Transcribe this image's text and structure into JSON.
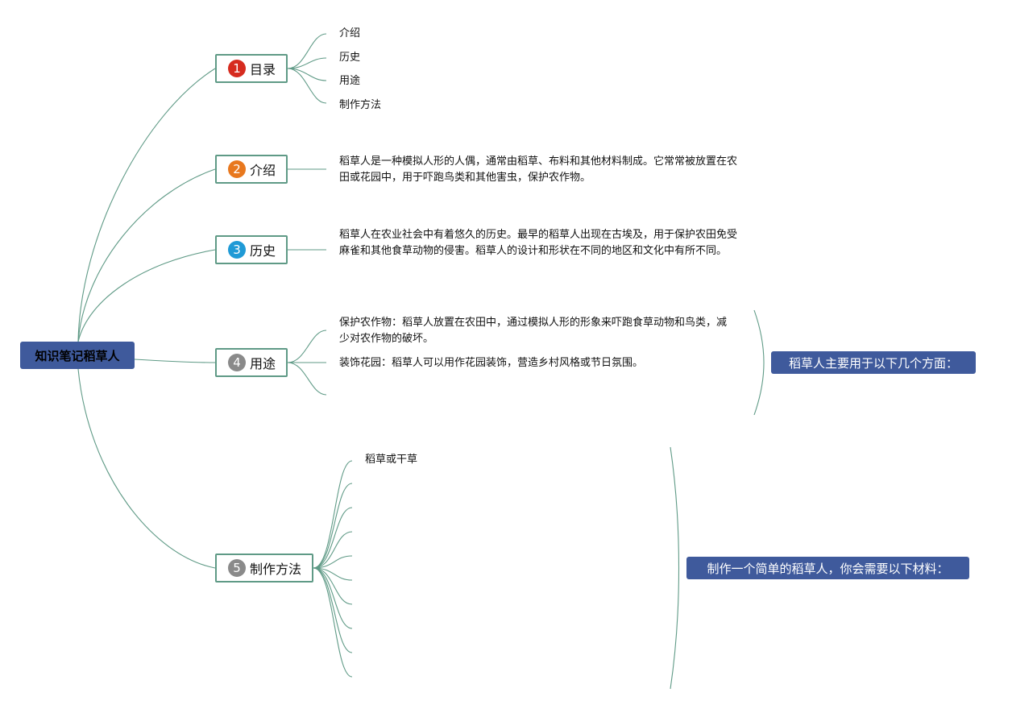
{
  "root": {
    "label": "知识笔记稻草人"
  },
  "colors": {
    "line": "#5f9a86",
    "summary_bg": "#3f5a9c",
    "badge_1": "#d62b1f",
    "badge_2": "#e8781e",
    "badge_3": "#1f9ad6",
    "badge_4": "#8a8a8a",
    "badge_5": "#8a8a8a"
  },
  "branches": [
    {
      "number": "1",
      "label": "目录"
    },
    {
      "number": "2",
      "label": "介绍"
    },
    {
      "number": "3",
      "label": "历史"
    },
    {
      "number": "4",
      "label": "用途"
    },
    {
      "number": "5",
      "label": "制作方法"
    }
  ],
  "toc": [
    "介绍",
    "历史",
    "用途",
    "制作方法"
  ],
  "intro": {
    "text": "稻草人是一种模拟人形的人偶，通常由稻草、布料和其他材料制成。它常常被放置在农田或花园中，用于吓跑鸟类和其他害虫，保护农作物。"
  },
  "history": {
    "text": "稻草人在农业社会中有着悠久的历史。最早的稻草人出现在古埃及，用于保护农田免受麻雀和其他食草动物的侵害。稻草人的设计和形状在不同的地区和文化中有所不同。"
  },
  "uses": {
    "items": [
      "保护农作物：稻草人放置在农田中，通过模拟人形的形象来吓跑食草动物和鸟类，减少对农作物的破坏。",
      "装饰花园：稻草人可以用作花园装饰，营造乡村风格或节日氛围。"
    ],
    "summary": "稻草人主要用于以下几个方面："
  },
  "making": {
    "items": [
      "稻草或干草"
    ],
    "summary": "制作一个简单的稻草人，你会需要以下材料："
  }
}
